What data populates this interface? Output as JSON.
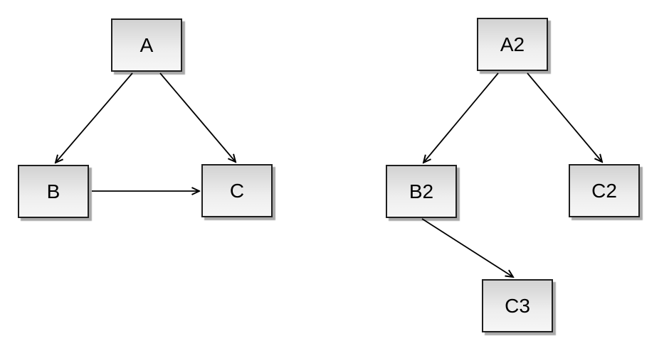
{
  "diagrams": [
    {
      "name": "left-triangle-graph",
      "nodes": [
        {
          "id": "A",
          "label": "A"
        },
        {
          "id": "B",
          "label": "B"
        },
        {
          "id": "C",
          "label": "C"
        }
      ],
      "edges": [
        {
          "from": "A",
          "to": "B"
        },
        {
          "from": "A",
          "to": "C"
        },
        {
          "from": "B",
          "to": "C"
        }
      ]
    },
    {
      "name": "right-tree-graph",
      "nodes": [
        {
          "id": "A2",
          "label": "A2"
        },
        {
          "id": "B2",
          "label": "B2"
        },
        {
          "id": "C2",
          "label": "C2"
        },
        {
          "id": "C3",
          "label": "C3"
        }
      ],
      "edges": [
        {
          "from": "A2",
          "to": "B2"
        },
        {
          "from": "A2",
          "to": "C2"
        },
        {
          "from": "B2",
          "to": "C3"
        }
      ]
    }
  ],
  "colors": {
    "background": "#ffffff",
    "node_fill_top": "#d2d2d2",
    "node_fill_bottom": "#f6f6f6",
    "node_border": "#1f1f1f",
    "node_shadow": "#a9a9a9",
    "edge": "#000000",
    "label": "#000000"
  }
}
